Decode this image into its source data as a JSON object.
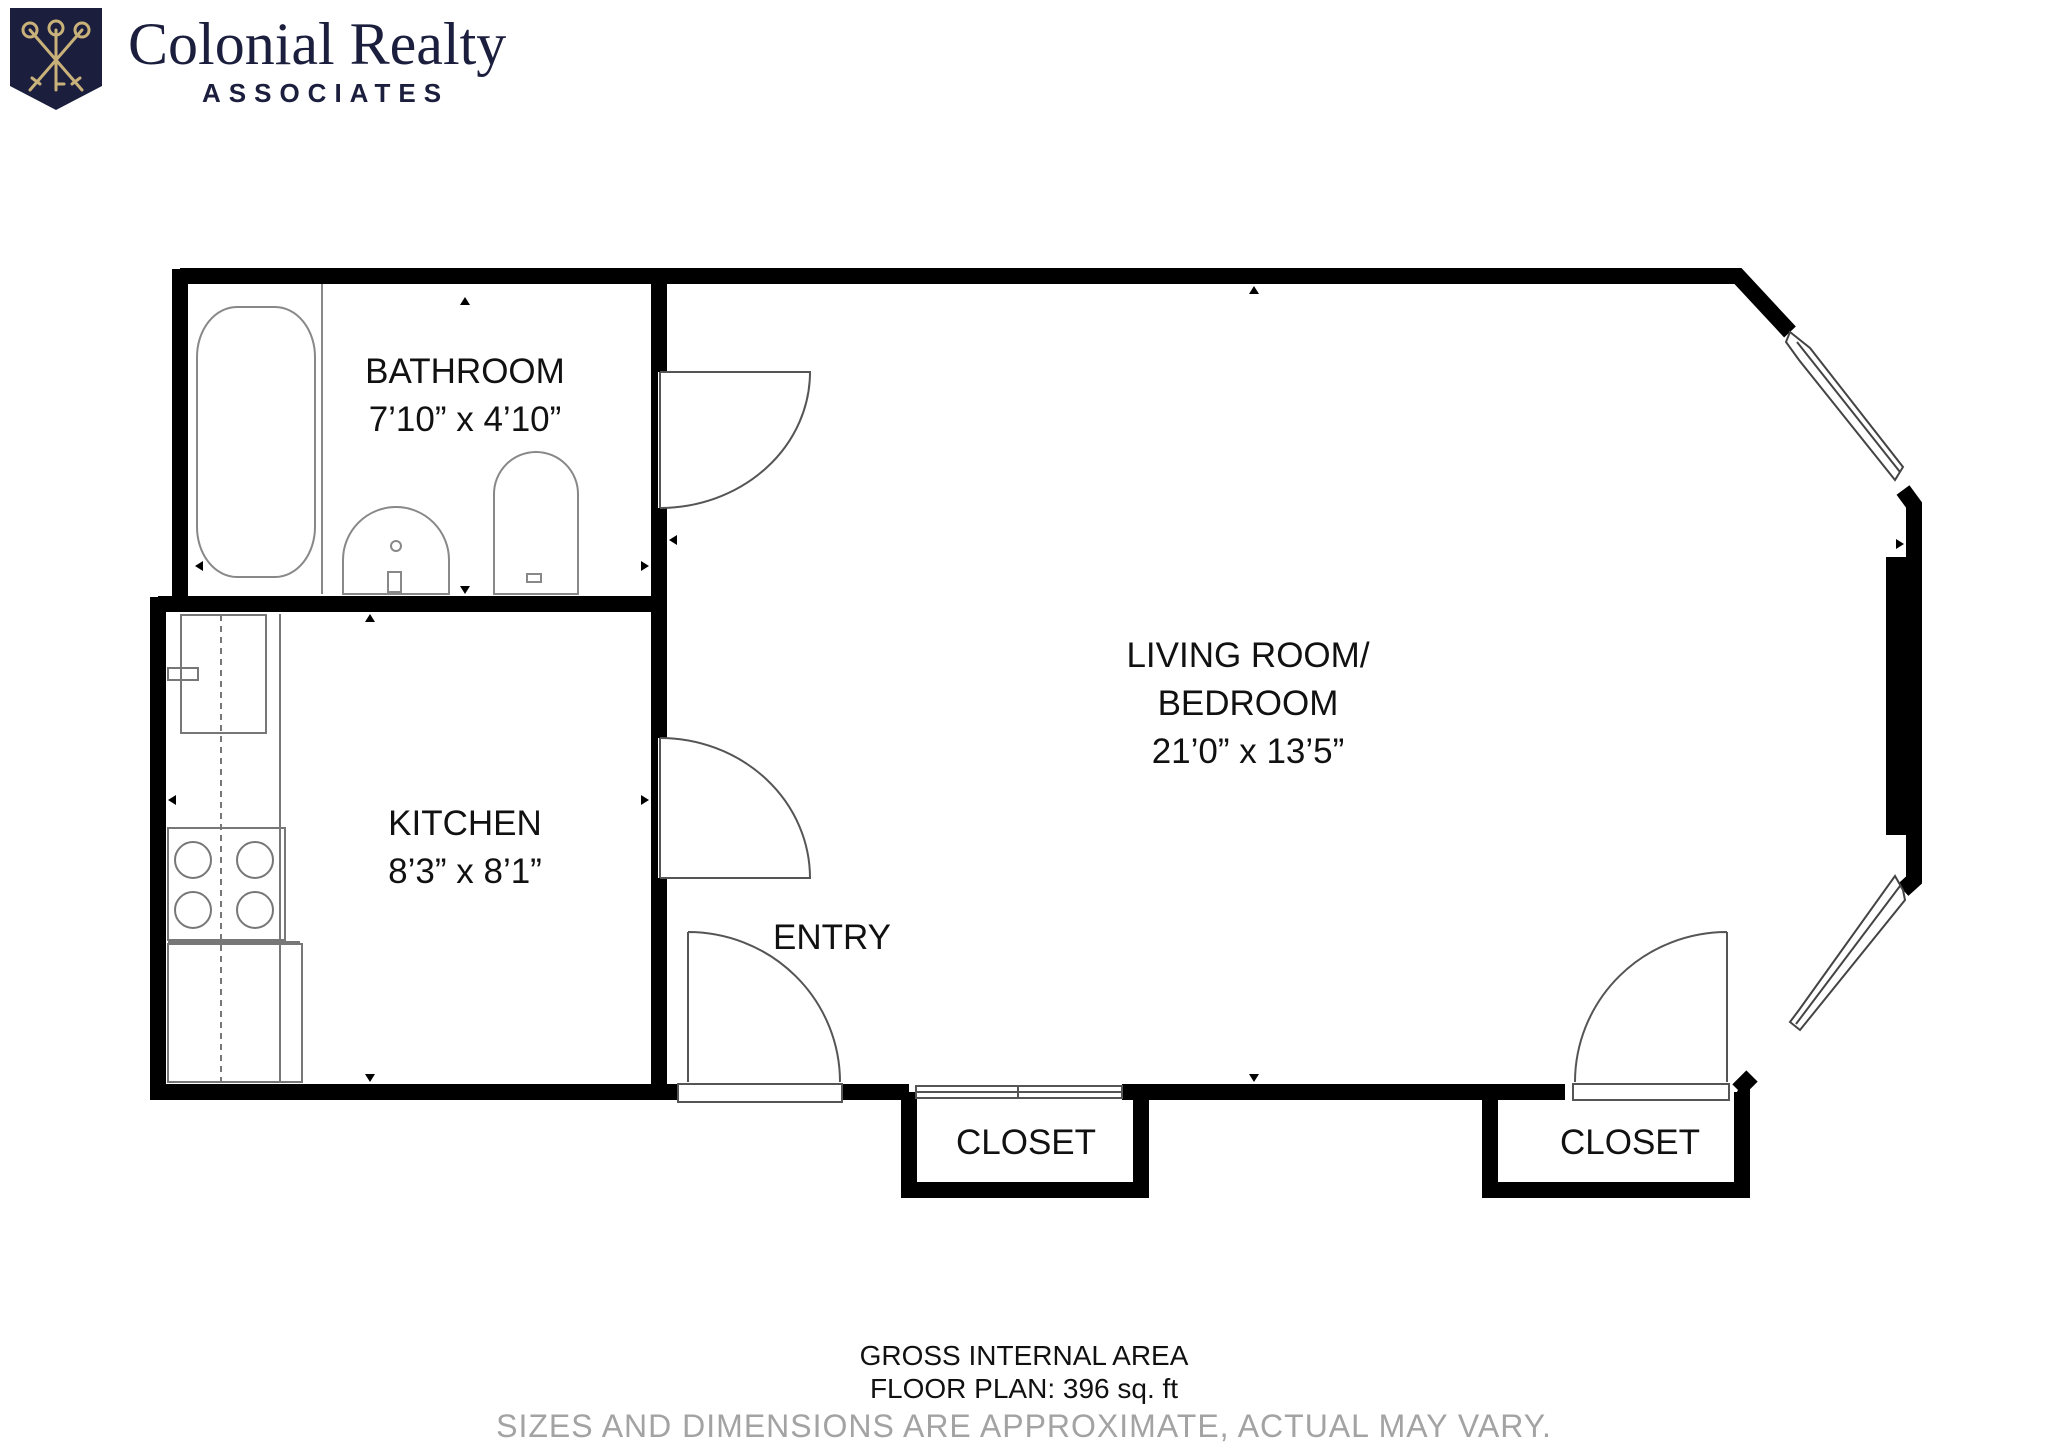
{
  "brand": {
    "name": "Colonial Realty",
    "subtitle": "ASSOCIATES",
    "shield_color": "#1b1f3d",
    "accent_color": "#c9b27a"
  },
  "rooms": {
    "bathroom": {
      "name": "BATHROOM",
      "size": "7’10” x 4’10”"
    },
    "kitchen": {
      "name": "KITCHEN",
      "size": "8’3” x 8’1”"
    },
    "living": {
      "name_line1": "LIVING ROOM/",
      "name_line2": "BEDROOM",
      "size": "21’0” x 13’5”"
    },
    "entry": {
      "name": "ENTRY"
    },
    "closet_left": {
      "name": "CLOSET"
    },
    "closet_right": {
      "name": "CLOSET"
    }
  },
  "footer": {
    "area_title": "GROSS INTERNAL AREA",
    "area_value": "FLOOR PLAN: 396 sq. ft",
    "disclaimer": "SIZES AND DIMENSIONS ARE APPROXIMATE, ACTUAL MAY VARY."
  }
}
